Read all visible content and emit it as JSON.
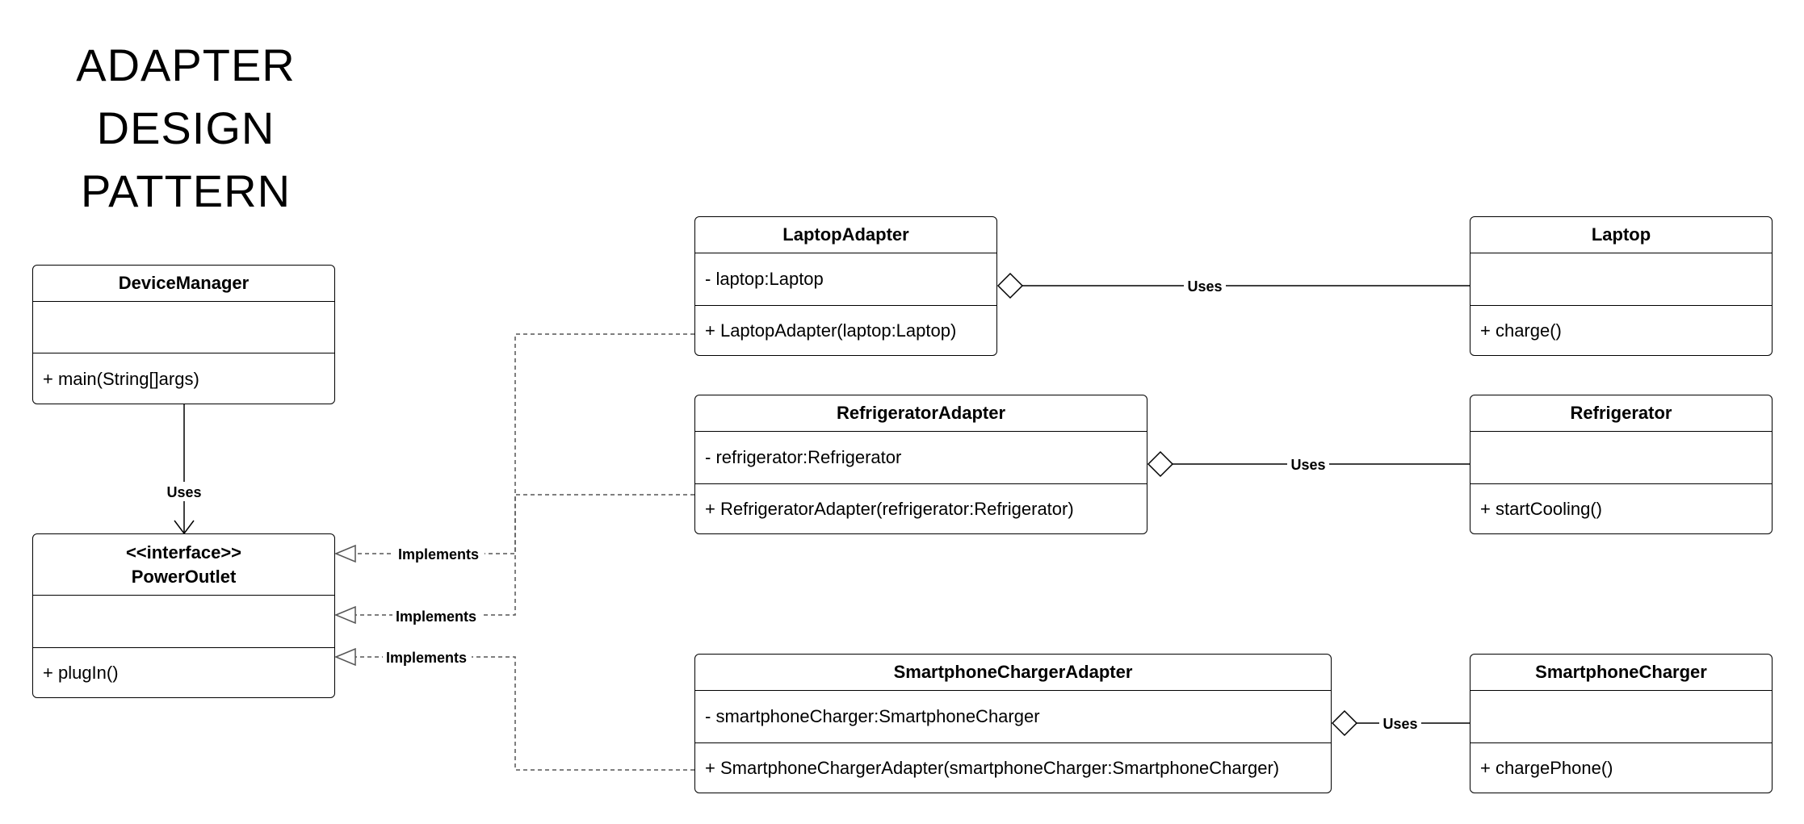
{
  "title": {
    "line1": "ADAPTER",
    "line2": "DESIGN",
    "line3": "PATTERN"
  },
  "classes": {
    "device_manager": {
      "name": "DeviceManager",
      "attributes": "",
      "operations": "+ main(String[]args)"
    },
    "power_outlet": {
      "stereotype": "<<interface>>",
      "name": "PowerOutlet",
      "attributes": "",
      "operations": "+ plugIn()"
    },
    "laptop_adapter": {
      "name": "LaptopAdapter",
      "attributes": "- laptop:Laptop",
      "operations": "+ LaptopAdapter(laptop:Laptop)"
    },
    "refrigerator_adapter": {
      "name": "RefrigeratorAdapter",
      "attributes": "- refrigerator:Refrigerator",
      "operations": "+ RefrigeratorAdapter(refrigerator:Refrigerator)"
    },
    "smartphone_charger_adapter": {
      "name": "SmartphoneChargerAdapter",
      "attributes": "- smartphoneCharger:SmartphoneCharger",
      "operations": "+ SmartphoneChargerAdapter(smartphoneCharger:SmartphoneCharger)"
    },
    "laptop": {
      "name": "Laptop",
      "attributes": "",
      "operations": "+ charge()"
    },
    "refrigerator": {
      "name": "Refrigerator",
      "attributes": "",
      "operations": "+ startCooling()"
    },
    "smartphone_charger": {
      "name": "SmartphoneCharger",
      "attributes": "",
      "operations": "+ chargePhone()"
    }
  },
  "relations": {
    "uses_device_manager": "Uses",
    "implements_laptop": "Implements",
    "implements_refrigerator": "Implements",
    "implements_smartphone": "Implements",
    "uses_laptop": "Uses",
    "uses_refrigerator": "Uses",
    "uses_smartphone": "Uses"
  },
  "colors": {
    "line": "#000000",
    "dashed": "#555555",
    "background": "#ffffff"
  }
}
